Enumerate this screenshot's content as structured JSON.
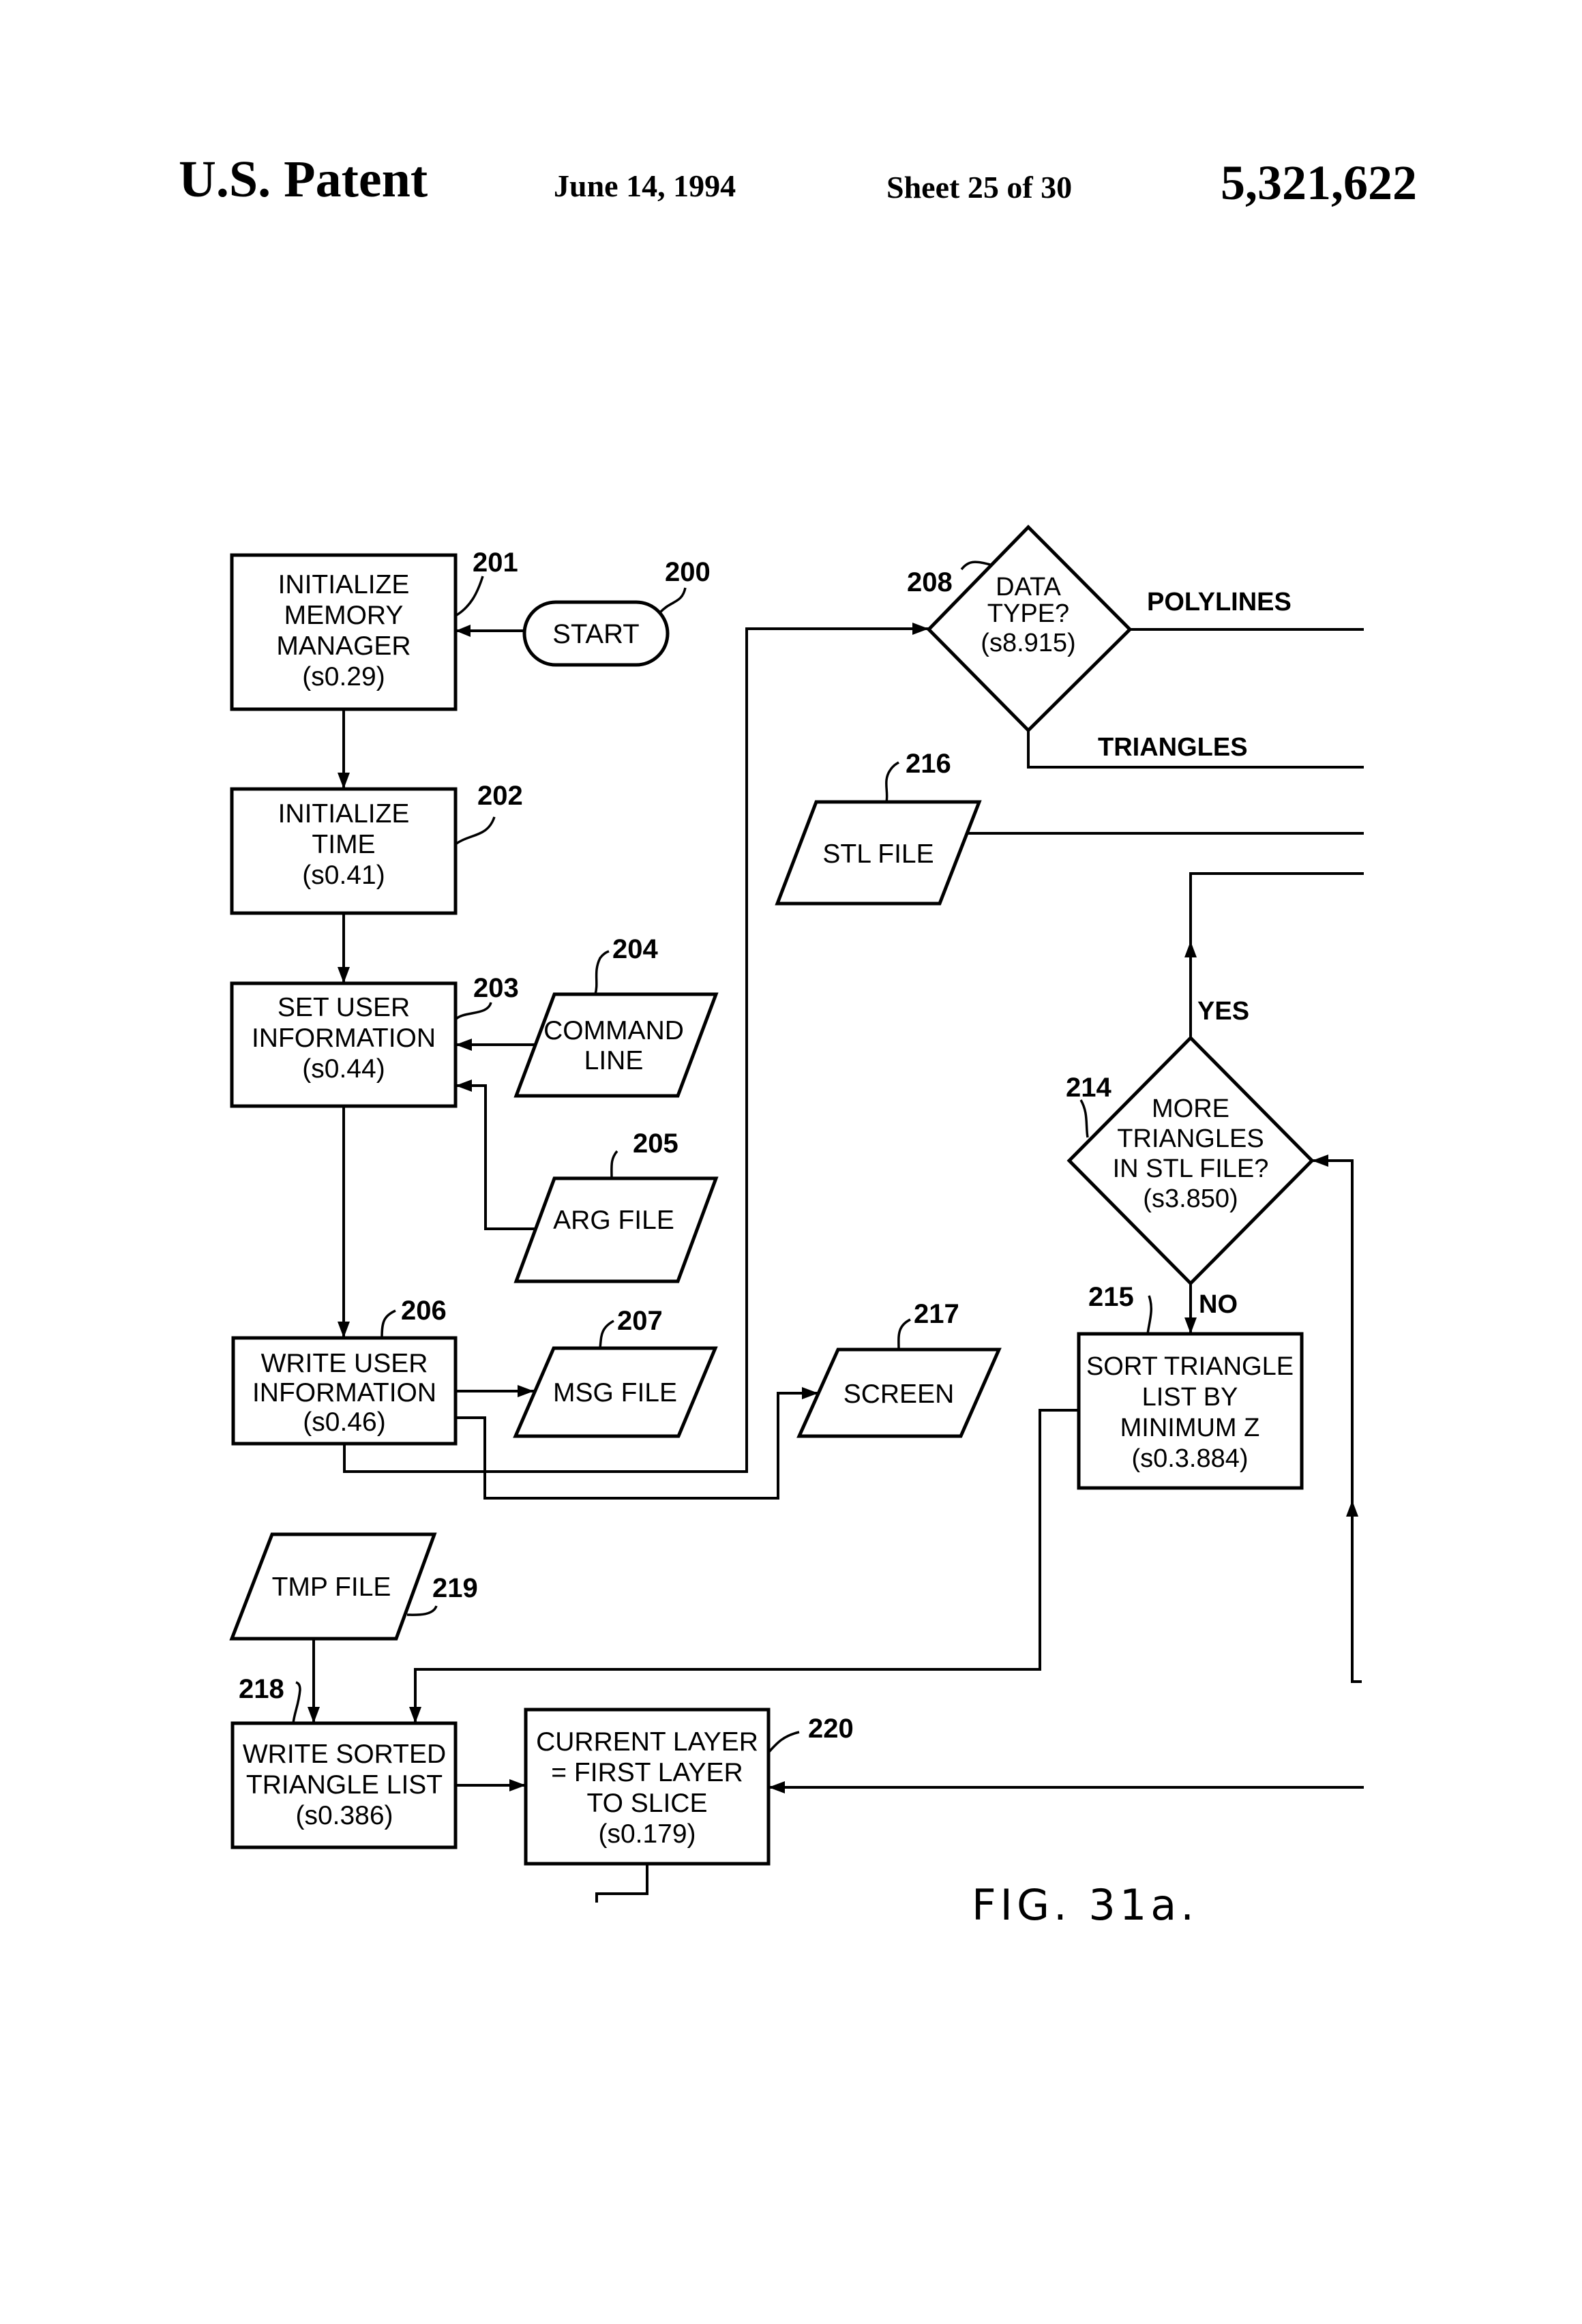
{
  "header": {
    "publisher": "U.S. Patent",
    "date": "June 14, 1994",
    "sheet": "Sheet 25 of 30",
    "patent_number": "5,321,622"
  },
  "figure": {
    "caption": "FIG. 31a.",
    "nodes": {
      "start": {
        "ref": "200",
        "type": "terminal",
        "lines": [
          "START"
        ]
      },
      "n201": {
        "ref": "201",
        "type": "process",
        "lines": [
          "INITIALIZE",
          "MEMORY",
          "MANAGER",
          "(s0.29)"
        ]
      },
      "n202": {
        "ref": "202",
        "type": "process",
        "lines": [
          "INITIALIZE",
          "TIME",
          "(s0.41)"
        ]
      },
      "n203": {
        "ref": "203",
        "type": "process",
        "lines": [
          "SET USER",
          "INFORMATION",
          "(s0.44)"
        ]
      },
      "n204": {
        "ref": "204",
        "type": "io",
        "lines": [
          "COMMAND",
          "LINE"
        ]
      },
      "n205": {
        "ref": "205",
        "type": "io",
        "lines": [
          "ARG FILE"
        ]
      },
      "n206": {
        "ref": "206",
        "type": "process",
        "lines": [
          "WRITE USER",
          "INFORMATION",
          "(s0.46)"
        ]
      },
      "n207": {
        "ref": "207",
        "type": "io",
        "lines": [
          "MSG FILE"
        ]
      },
      "n208": {
        "ref": "208",
        "type": "decision",
        "lines": [
          "DATA",
          "TYPE?",
          "(s8.915)"
        ]
      },
      "n214": {
        "ref": "214",
        "type": "decision",
        "lines": [
          "MORE",
          "TRIANGLES",
          "IN STL FILE?",
          "(s3.850)"
        ]
      },
      "n215": {
        "ref": "215",
        "type": "process",
        "lines": [
          "SORT TRIANGLE",
          "LIST BY",
          "MINIMUM Z",
          "(s0.3.884)"
        ]
      },
      "n216": {
        "ref": "216",
        "type": "io",
        "lines": [
          "STL FILE"
        ]
      },
      "n217": {
        "ref": "217",
        "type": "io",
        "lines": [
          "SCREEN"
        ]
      },
      "n218": {
        "ref": "218",
        "type": "process",
        "lines": [
          "WRITE SORTED",
          "TRIANGLE LIST",
          "(s0.386)"
        ]
      },
      "n219": {
        "ref": "219",
        "type": "io",
        "lines": [
          "TMP FILE"
        ]
      },
      "n220": {
        "ref": "220",
        "type": "process",
        "lines": [
          "CURRENT LAYER",
          "= FIRST LAYER",
          "TO SLICE",
          "(s0.179)"
        ]
      }
    },
    "edge_labels": {
      "polylines": "POLYLINES",
      "triangles": "TRIANGLES",
      "yes": "YES",
      "no": "NO"
    }
  }
}
